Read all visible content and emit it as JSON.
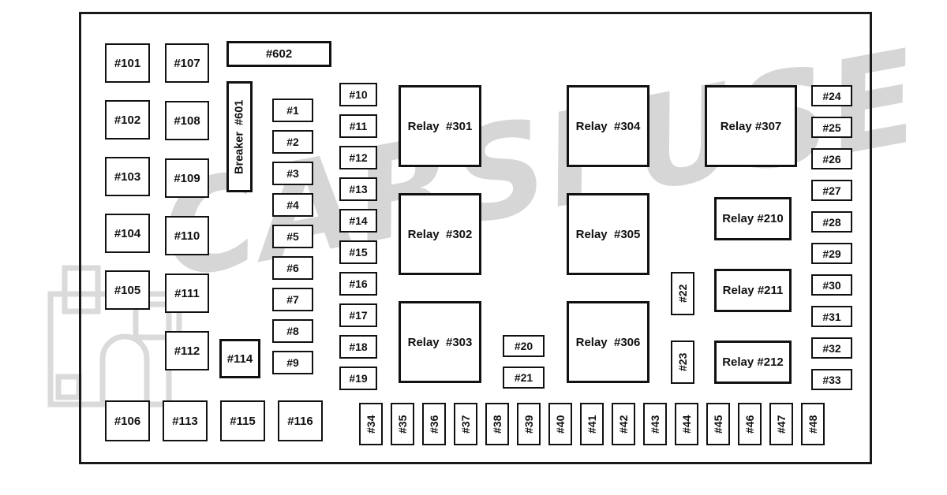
{
  "watermark": "CARSFUSE",
  "fuses": {
    "col_a": [
      "#101",
      "#102",
      "#103",
      "#104",
      "#105"
    ],
    "col_b": [
      "#107",
      "#108",
      "#109",
      "#110",
      "#111",
      "#112"
    ],
    "fuse_602": "#602",
    "breaker_601": "Breaker  #601",
    "fuse_114": "#114",
    "col_small_1": [
      "#1",
      "#2",
      "#3",
      "#4",
      "#5",
      "#6",
      "#7",
      "#8",
      "#9"
    ],
    "col_small_2": [
      "#10",
      "#11",
      "#12",
      "#13",
      "#14",
      "#15",
      "#16",
      "#17",
      "#18",
      "#19"
    ],
    "mid_fuses": [
      "#20",
      "#21"
    ],
    "vertical_fuses": [
      "#22",
      "#23"
    ],
    "col_right": [
      "#24",
      "#25",
      "#26",
      "#27",
      "#28",
      "#29",
      "#30",
      "#31",
      "#32",
      "#33"
    ],
    "bottom_left_row": [
      "#106",
      "#113",
      "#115",
      "#116"
    ],
    "bottom_row": [
      "#34",
      "#35",
      "#36",
      "#37",
      "#38",
      "#39",
      "#40",
      "#41",
      "#42",
      "#43",
      "#44",
      "#45",
      "#46",
      "#47",
      "#48"
    ]
  },
  "relays": {
    "left_column": [
      "Relay  #301",
      "Relay  #302",
      "Relay  #303"
    ],
    "center_column": [
      "Relay  #304",
      "Relay  #305",
      "Relay  #306"
    ],
    "relay_307": "Relay #307",
    "right_column": [
      "Relay #210",
      "Relay #211",
      "Relay #212"
    ]
  },
  "colors": {
    "line": "#1a1a1a",
    "watermark_gray": "#d6d6d6"
  }
}
